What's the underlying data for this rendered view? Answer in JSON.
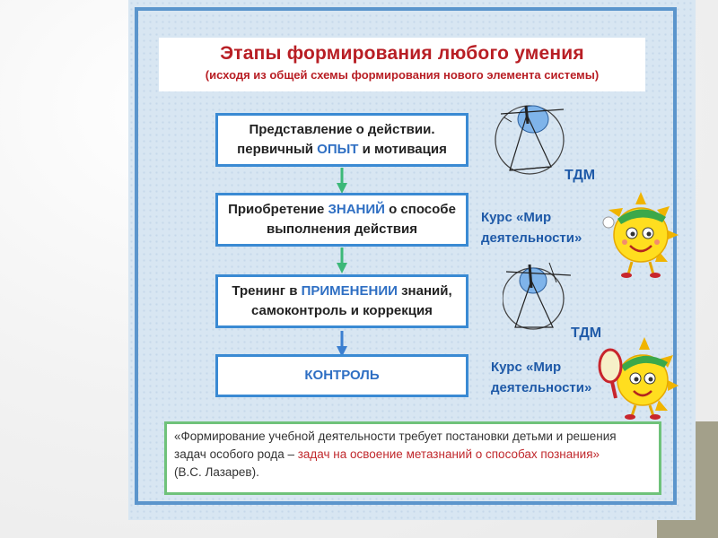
{
  "title": "Этапы формирования любого умения",
  "subtitle": "(исходя из общей схемы формирования нового элемента системы)",
  "steps": [
    {
      "line1": "Представление о действии.",
      "line2_pre": "первичный ",
      "line2_hl": "ОПЫТ",
      "line2_post": " и мотивация"
    },
    {
      "line1_pre": "Приобретение ",
      "line1_hl": "ЗНАНИЙ",
      "line1_post": " о способе",
      "line2": "выполнения действия"
    },
    {
      "line1_pre": "Тренинг в ",
      "line1_hl": "ПРИМЕНЕНИИ",
      "line1_post": " знаний,",
      "line2": "самоконтроль и коррекция"
    },
    {
      "label": "КОНТРОЛЬ"
    }
  ],
  "side_labels": [
    {
      "tdm": "ТДМ",
      "kurs_line1": "Курс «Мир",
      "kurs_line2": "деятельности»"
    },
    {
      "tdm": "ТДМ",
      "kurs_line1": "Курс «Мир",
      "kurs_line2": "деятельности»"
    }
  ],
  "quote": {
    "part1": "«Формирование учебной деятельности требует постановки детьми и решения задач особого рода – ",
    "highlight": "задач на освоение метазнаний о способах познания»",
    "author": "(В.С. Лазарев)."
  },
  "colors": {
    "title_red": "#b81e24",
    "step_border": "#3a8ad3",
    "highlight_blue": "#2f6fc3",
    "arrow_green": "#3cb878",
    "quote_border": "#6fc27a",
    "label_blue": "#1f5aa8"
  },
  "icons": [
    "down-arrow-icon",
    "geometry-diagram-icon",
    "sun-mascot-icon"
  ]
}
